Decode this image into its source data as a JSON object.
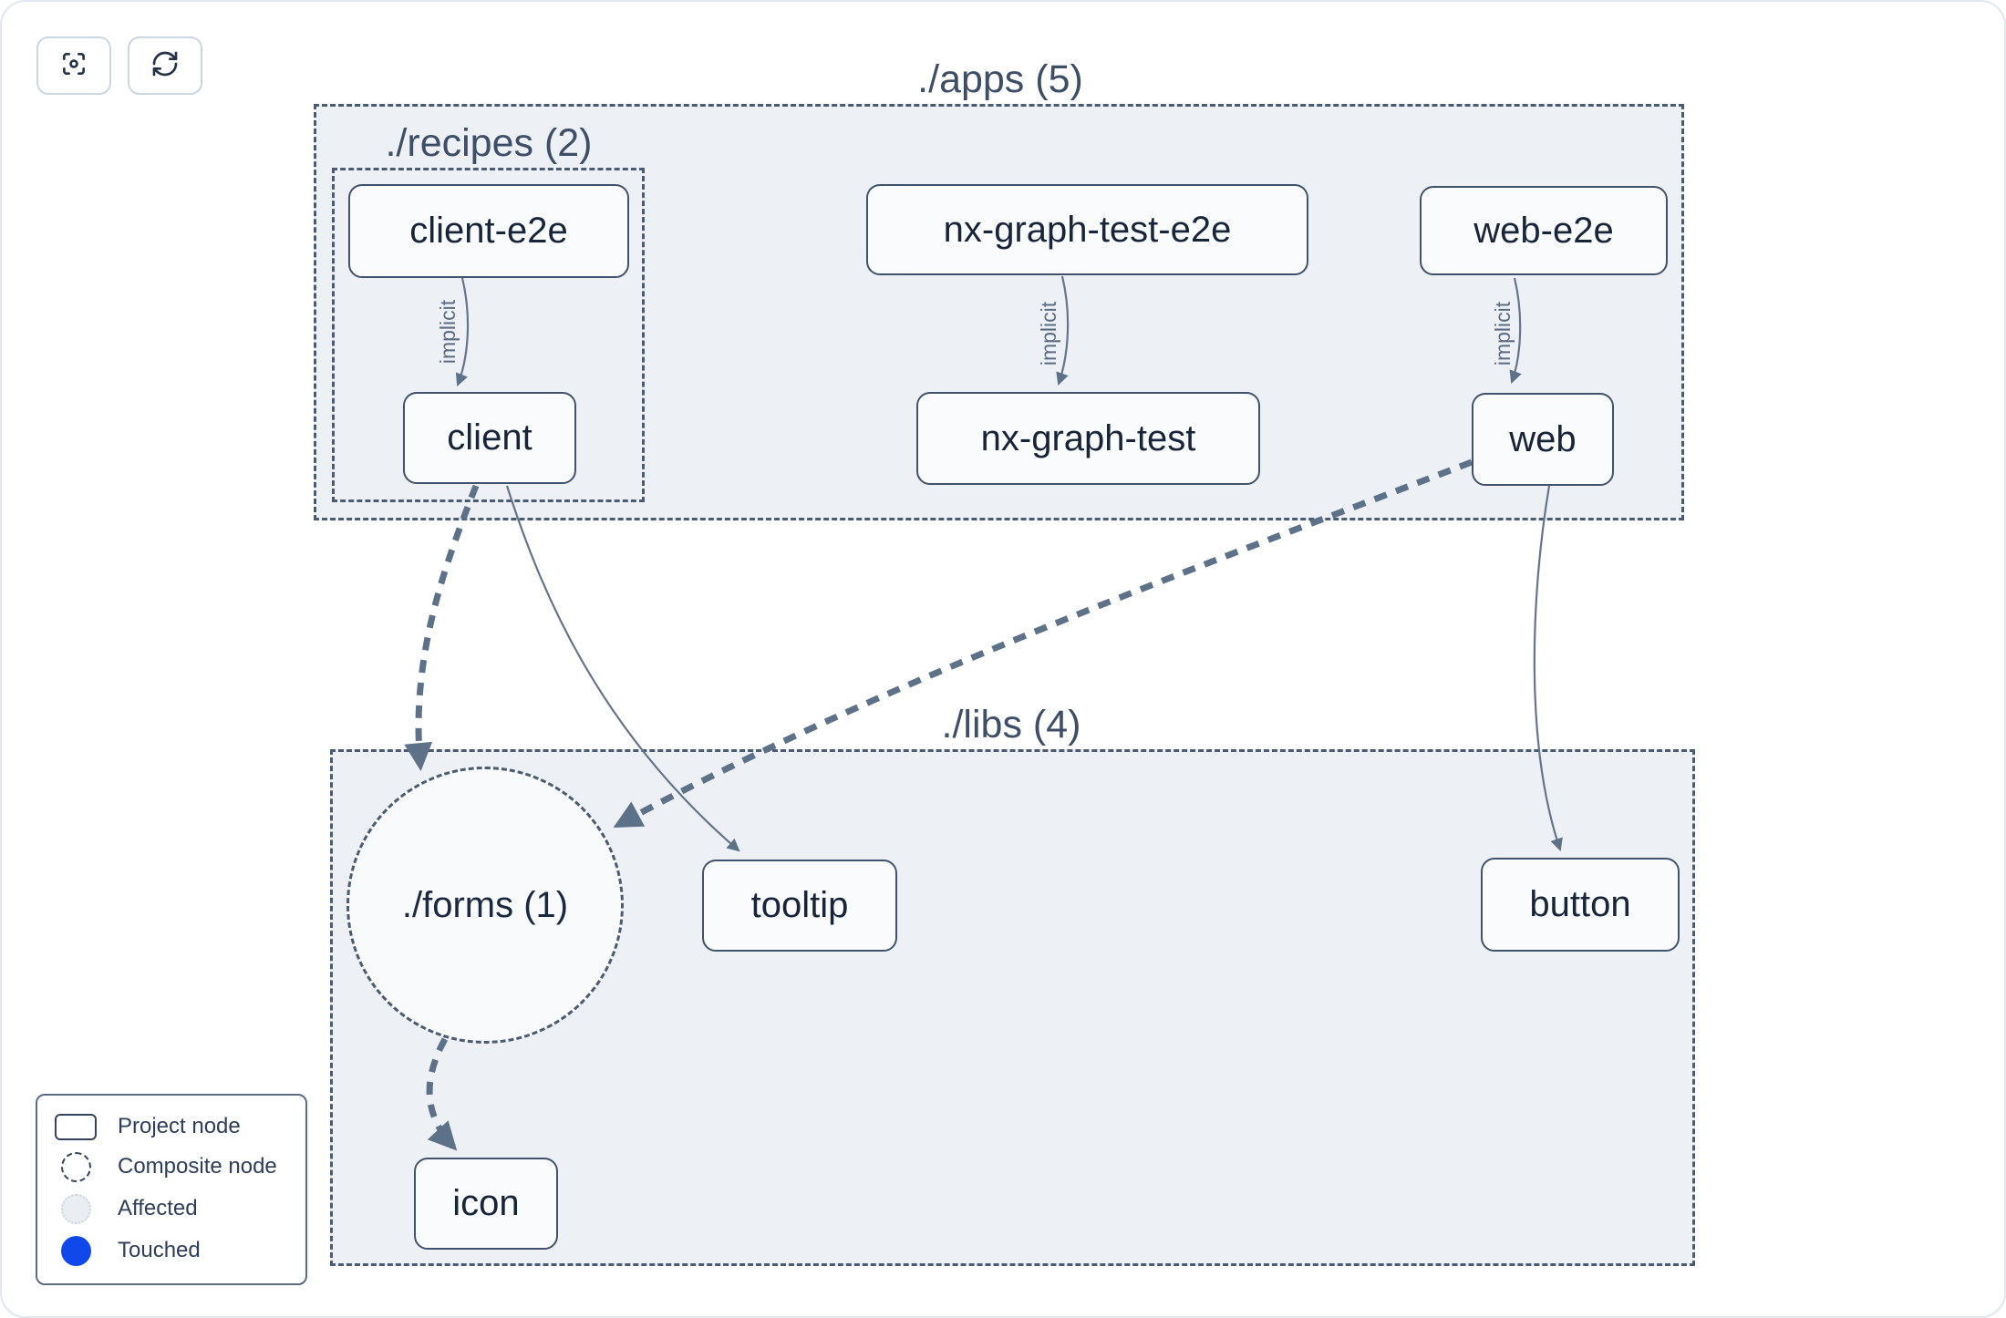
{
  "toolbar": {
    "buttons": [
      {
        "name": "center-graph",
        "icon": "focus-scan-icon"
      },
      {
        "name": "refresh-graph",
        "icon": "refresh-icon"
      }
    ]
  },
  "graph": {
    "groups": [
      {
        "id": "apps",
        "label": "./apps (5)"
      },
      {
        "id": "recipes",
        "label": "./recipes (2)"
      },
      {
        "id": "libs",
        "label": "./libs (4)"
      }
    ],
    "composite": {
      "id": "forms",
      "label": "./forms (1)"
    },
    "nodes": [
      {
        "id": "client-e2e",
        "label": "client-e2e"
      },
      {
        "id": "nx-graph-test-e2e",
        "label": "nx-graph-test-e2e"
      },
      {
        "id": "web-e2e",
        "label": "web-e2e"
      },
      {
        "id": "client",
        "label": "client"
      },
      {
        "id": "nx-graph-test",
        "label": "nx-graph-test"
      },
      {
        "id": "web",
        "label": "web"
      },
      {
        "id": "tooltip",
        "label": "tooltip"
      },
      {
        "id": "button",
        "label": "button"
      },
      {
        "id": "icon",
        "label": "icon"
      }
    ],
    "edges": [
      {
        "from": "client-e2e",
        "to": "client",
        "label": "implicit",
        "style": "thin-solid"
      },
      {
        "from": "nx-graph-test-e2e",
        "to": "nx-graph-test",
        "label": "implicit",
        "style": "thin-solid"
      },
      {
        "from": "web-e2e",
        "to": "web",
        "label": "implicit",
        "style": "thin-solid"
      },
      {
        "from": "client",
        "to": "./forms (1)",
        "label": "",
        "style": "thick-dashed"
      },
      {
        "from": "client",
        "to": "tooltip",
        "label": "",
        "style": "thin-solid"
      },
      {
        "from": "web",
        "to": "./forms (1)",
        "label": "",
        "style": "thick-dashed"
      },
      {
        "from": "web",
        "to": "button",
        "label": "",
        "style": "thin-solid"
      },
      {
        "from": "./forms (1)",
        "to": "icon",
        "label": "",
        "style": "thick-dashed"
      }
    ]
  },
  "legend": {
    "items": [
      {
        "label": "Project node",
        "glyph": "solid-rounded-rectangle"
      },
      {
        "label": "Composite node",
        "glyph": "dashed-circle"
      },
      {
        "label": "Affected",
        "glyph": "light-dotted-circle"
      },
      {
        "label": "Touched",
        "glyph": "blue-filled-circle"
      }
    ]
  },
  "colors": {
    "touched_blue": "#1148eb",
    "container_fill": "#edf1f6",
    "container_border": "#4b5b72",
    "node_fill": "#fafbfd",
    "node_border": "#42526b",
    "node_text": "#182539",
    "edge_thin": "#64748b",
    "edge_thick": "#5d7189",
    "title_text": "#3e4e66",
    "card_border": "#e2e8f0"
  }
}
